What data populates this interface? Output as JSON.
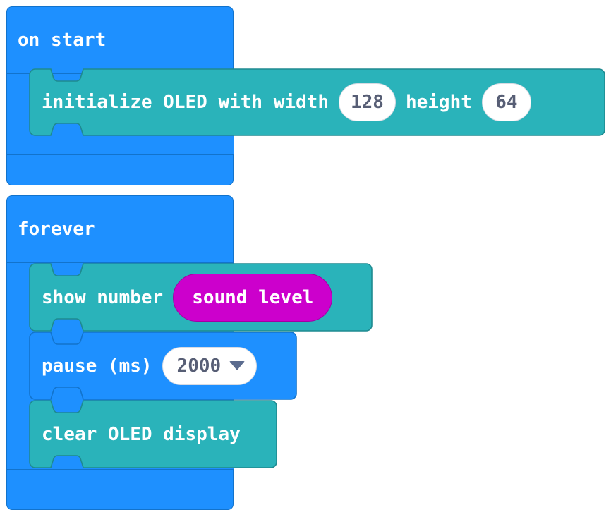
{
  "editor": {
    "name": "makecode-block-editor",
    "background": "#ffffff"
  },
  "colors": {
    "event_blue": "#1E90FF",
    "event_blue_border": "#1273CC",
    "oled_teal": "#2AB3BA",
    "oled_teal_border": "#1E8A90",
    "input_magenta": "#CC00CC",
    "input_magenta_border": "#A300A3",
    "field_white": "#FFFFFF",
    "field_text": "#575E75",
    "caret": "#5B6C8F",
    "block_text": "#FFFFFF"
  },
  "scripts": [
    {
      "id": "on-start-script",
      "hat_label": "on start",
      "children": [
        {
          "id": "initialize-oled-block",
          "kind": "statement",
          "category": "oled",
          "parts": [
            {
              "type": "label",
              "text": "initialize OLED with width"
            },
            {
              "type": "number-field",
              "value": "128",
              "name": "width"
            },
            {
              "type": "label",
              "text": "height"
            },
            {
              "type": "number-field",
              "value": "64",
              "name": "height"
            }
          ]
        }
      ]
    },
    {
      "id": "forever-script",
      "hat_label": "forever",
      "children": [
        {
          "id": "show-number-block",
          "kind": "statement",
          "category": "oled",
          "parts": [
            {
              "type": "label",
              "text": "show number"
            },
            {
              "type": "reporter",
              "text": "sound level",
              "name": "sound-level"
            }
          ]
        },
        {
          "id": "pause-block",
          "kind": "statement",
          "category": "event",
          "parts": [
            {
              "type": "label",
              "text": "pause (ms)"
            },
            {
              "type": "dropdown-field",
              "value": "2000",
              "name": "pause-duration",
              "icon": "chevron-down-icon"
            }
          ]
        },
        {
          "id": "clear-oled-block",
          "kind": "statement",
          "category": "oled",
          "parts": [
            {
              "type": "label",
              "text": "clear OLED display"
            }
          ]
        }
      ]
    }
  ]
}
